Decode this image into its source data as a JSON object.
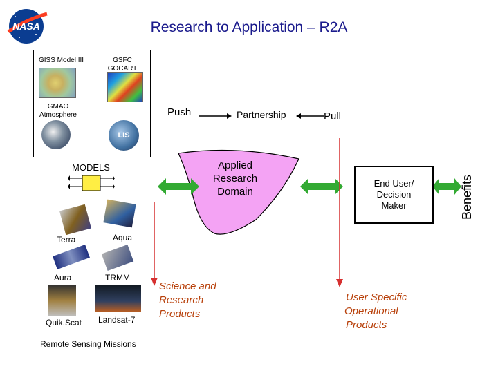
{
  "title": "Research to Application – R2A",
  "logo": {
    "text": "NASA"
  },
  "models_box": {
    "giss": "GISS Model III",
    "gsfc": "GSFC GOCART",
    "gmao": "GMAO Atmosphere",
    "lis_logo": "LIS",
    "models_label": "MODELS"
  },
  "flow": {
    "push": "Push",
    "partnership": "Partnership",
    "pull": "Pull"
  },
  "domain": {
    "line1": "Applied",
    "line2": "Research",
    "line3": "Domain"
  },
  "end_user": {
    "line1": "End User/",
    "line2": "Decision",
    "line3": "Maker"
  },
  "benefits": "Benefits",
  "missions": {
    "terra": "Terra",
    "aqua": "Aqua",
    "aura": "Aura",
    "trmm": "TRMM",
    "quikscat": "Quik.Scat",
    "landsat": "Landsat-7",
    "caption": "Remote Sensing Missions"
  },
  "science_products": {
    "line1": "Science and",
    "line2": "Research",
    "line3": "Products"
  },
  "user_products": {
    "line1": "User Specific",
    "line2": "Operational",
    "line3": "Products"
  },
  "colors": {
    "title": "#1a1a8c",
    "domain_fill": "#f4a3f4",
    "arrow_green": "#33aa33",
    "arrow_red": "#d63030",
    "orange_text": "#b8400a"
  }
}
